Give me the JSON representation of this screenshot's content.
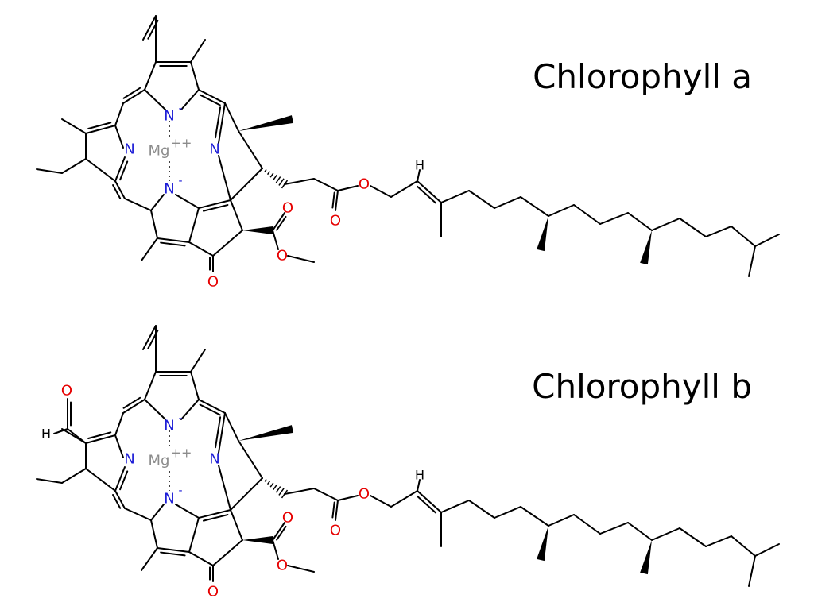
{
  "molecules": [
    {
      "name": "Chlorophyll a",
      "aldehyde": false,
      "labels": {
        "metal": "Mg",
        "metal_charge": "++",
        "nitrogen": "N",
        "anion": "-",
        "oxygen": "O",
        "hydrogen": "H"
      }
    },
    {
      "name": "Chlorophyll b",
      "aldehyde": true,
      "labels": {
        "metal": "Mg",
        "metal_charge": "++",
        "nitrogen": "N",
        "anion": "-",
        "oxygen": "O",
        "hydrogen": "H"
      }
    }
  ],
  "colors": {
    "bond": "#000000",
    "nitrogen": "#1a1ad6",
    "oxygen": "#e60000",
    "metal": "#8c8c8c",
    "hydrogen": "#000000"
  }
}
